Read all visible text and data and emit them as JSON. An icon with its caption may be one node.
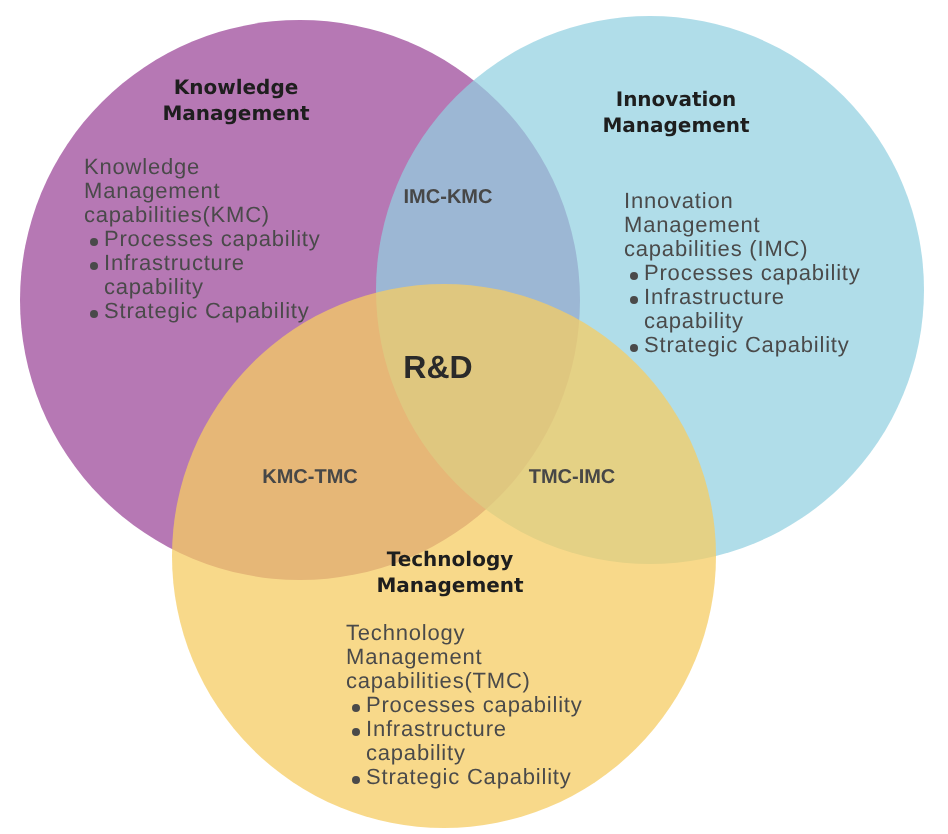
{
  "diagram": {
    "nodes": [
      {
        "text": [
          "Knowledge Management",
          "Knowledge Management capabilities(KMC)",
          "Processes capability",
          "Infrastructure capability",
          "Strategic Capability"
        ]
      },
      {
        "text": [
          "Innovation Management",
          "Innovation Management capabilities (IMC)",
          "Processes capability",
          "Infrastructure capability",
          "Strategic Capability"
        ]
      },
      {
        "text": [
          "Technology Management",
          "Technology Management capabilities(TMC)",
          "Processes capability",
          "Infrastructure capability",
          "Strategic Capability"
        ]
      }
    ],
    "labels": [
      "IMC-KMC",
      "R&D",
      "KMC-TMC",
      "TMC-IMC"
    ]
  }
}
